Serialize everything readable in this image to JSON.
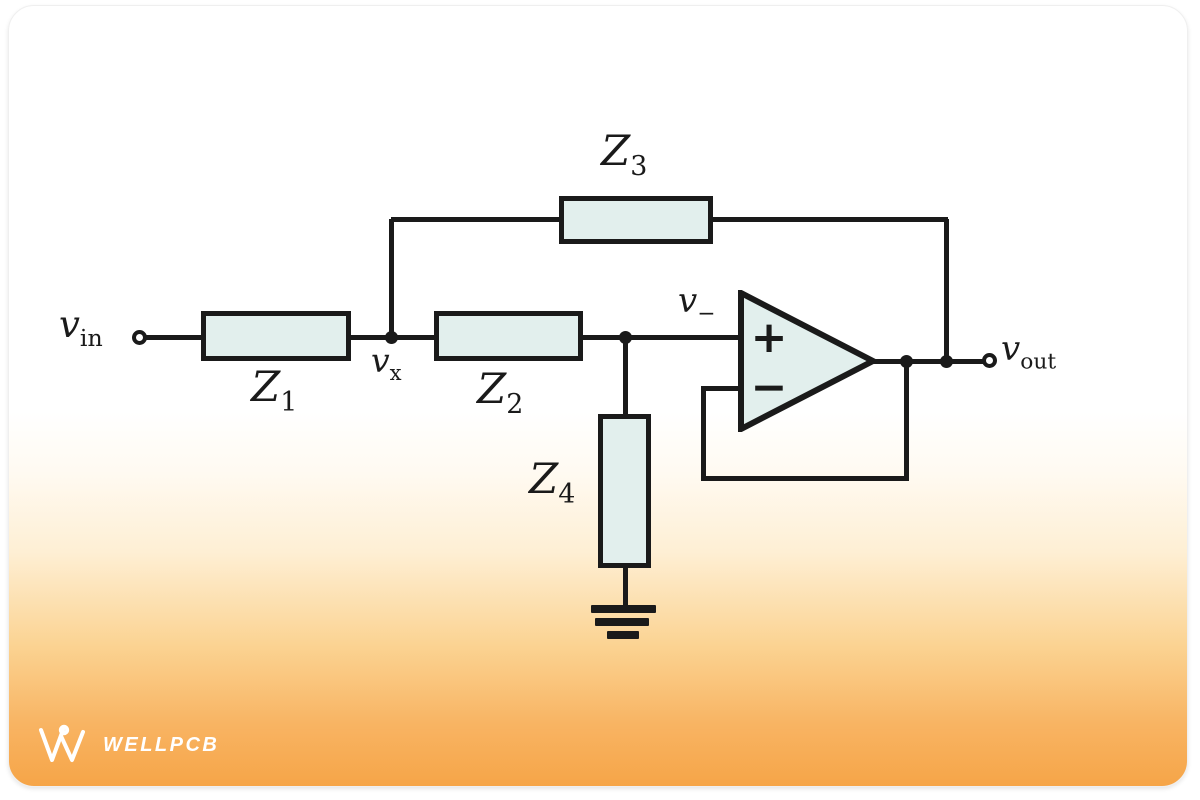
{
  "diagram": {
    "type": "circuit-schematic",
    "description": "Op-amp filter circuit with impedance network Z1-Z4",
    "labels": {
      "vin": {
        "base": "v",
        "sub": "in"
      },
      "vx": {
        "base": "v",
        "sub": "x"
      },
      "vminus": {
        "base": "v",
        "sub": "−"
      },
      "vout": {
        "base": "v",
        "sub": "out"
      },
      "z1": {
        "base": "Z",
        "sub": "1"
      },
      "z2": {
        "base": "Z",
        "sub": "2"
      },
      "z3": {
        "base": "Z",
        "sub": "3"
      },
      "z4": {
        "base": "Z",
        "sub": "4"
      }
    },
    "opamp": {
      "plus": "+",
      "minus": "−"
    },
    "colors": {
      "wire": "#1a1a1a",
      "component_fill": "#e2efed",
      "card_orange": "#f6a548"
    }
  },
  "footer": {
    "brand": "WELLPCB"
  }
}
